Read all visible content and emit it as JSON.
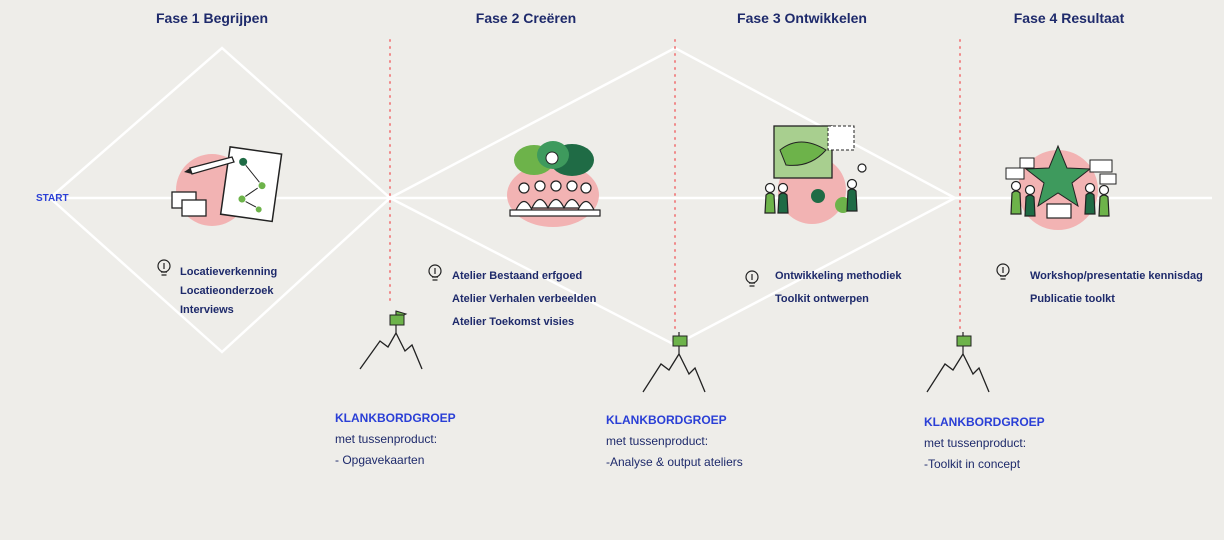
{
  "start_label": "START",
  "phases": [
    {
      "title": "Fase 1 Begrijpen",
      "activities": [
        "Locatieverkenning",
        "Locatieonderzoek",
        "Interviews"
      ]
    },
    {
      "title": "Fase 2 Creëren",
      "activities": [
        "Atelier Bestaand erfgoed",
        "Atelier Verhalen verbeelden",
        "Atelier Toekomst visies"
      ]
    },
    {
      "title": "Fase 3 Ontwikkelen",
      "activities": [
        "Ontwikkeling methodiek",
        "Toolkit ontwerpen"
      ]
    },
    {
      "title": "Fase 4 Resultaat",
      "activities": [
        "Workshop/presentatie kennisdag",
        "Publicatie toolkt"
      ]
    }
  ],
  "milestones": [
    {
      "title": "KLANKBORDGROEP",
      "subtitle": "met tussenproduct:",
      "product": "- Opgavekaarten"
    },
    {
      "title": "KLANKBORDGROEP",
      "subtitle": "met tussenproduct:",
      "product": "-Analyse & output ateliers"
    },
    {
      "title": "KLANKBORDGROEP",
      "subtitle": "met tussenproduct:",
      "product": "-Toolkit in concept"
    }
  ],
  "colors": {
    "background": "#eeede9",
    "title_navy": "#1e2a6b",
    "accent_blue": "#2a3fd6",
    "divider_pink": "#f08a8a",
    "blob_pink": "#f2b3b3",
    "flag_green": "#6db34a",
    "dark_green": "#1f6b45"
  }
}
